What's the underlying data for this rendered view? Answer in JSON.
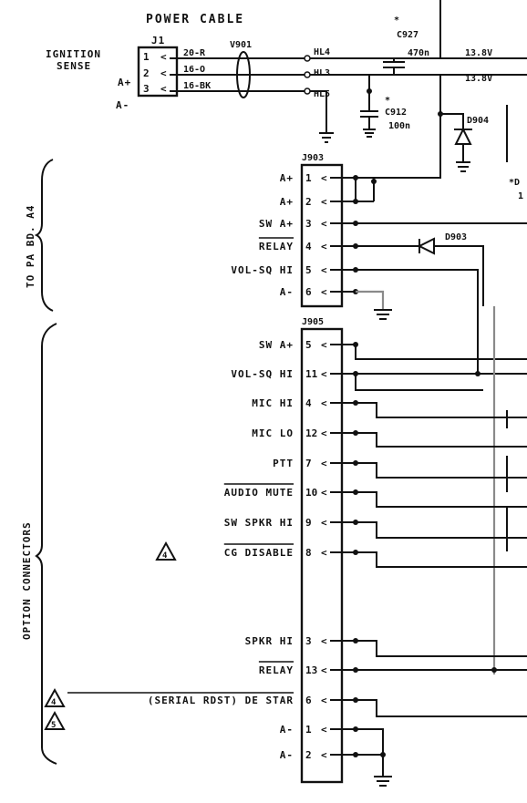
{
  "power_cable": {
    "title": "POWER CABLE",
    "connector": "J1",
    "pins": [
      {
        "num": "1",
        "label": "IGNITION SENSE",
        "wire": "20-R",
        "node": "HL4"
      },
      {
        "num": "2",
        "label": "A+",
        "wire": "16-O",
        "node": "HL3"
      },
      {
        "num": "3",
        "label": "A-",
        "wire": "16-BK",
        "node": "HL5"
      }
    ],
    "label_lines": [
      "IGNITION",
      "SENSE"
    ],
    "ferrite": "V901"
  },
  "components": {
    "c927": {
      "ref": "C927",
      "value": "470n",
      "marker": "*"
    },
    "c912": {
      "ref": "C912",
      "value": "100n",
      "marker": "*"
    },
    "d904": {
      "ref": "D904"
    },
    "d903": {
      "ref": "D903"
    },
    "partial_ref": "*D",
    "partial_val": "1"
  },
  "voltages": [
    "13.8V",
    "13.8V"
  ],
  "j903": {
    "connector": "J903",
    "group_label": "TO PA BD. A4",
    "pins": [
      {
        "num": "1",
        "label": "A+"
      },
      {
        "num": "2",
        "label": "A+"
      },
      {
        "num": "3",
        "label": "SW A+"
      },
      {
        "num": "4",
        "label": "RELAY"
      },
      {
        "num": "5",
        "label": "VOL-SQ HI"
      },
      {
        "num": "6",
        "label": "A-"
      }
    ]
  },
  "j905": {
    "connector": "J905",
    "group_label": "OPTION CONNECTORS",
    "pins": [
      {
        "num": "5",
        "label": "SW A+"
      },
      {
        "num": "11",
        "label": "VOL-SQ HI"
      },
      {
        "num": "4",
        "label": "MIC HI"
      },
      {
        "num": "12",
        "label": "MIC LO"
      },
      {
        "num": "7",
        "label": "PTT"
      },
      {
        "num": "10",
        "label": "AUDIO MUTE"
      },
      {
        "num": "9",
        "label": "SW SPKR HI"
      },
      {
        "num": "8",
        "label": "CG DISABLE"
      },
      {
        "num": "3",
        "label": "SPKR HI"
      },
      {
        "num": "13",
        "label": "RELAY"
      },
      {
        "num": "6",
        "label": "(SERIAL RDST) DE STAR"
      },
      {
        "num": "1",
        "label": "A-"
      },
      {
        "num": "2",
        "label": "A-"
      }
    ]
  },
  "warning_icon": "triangle-warning-icon"
}
